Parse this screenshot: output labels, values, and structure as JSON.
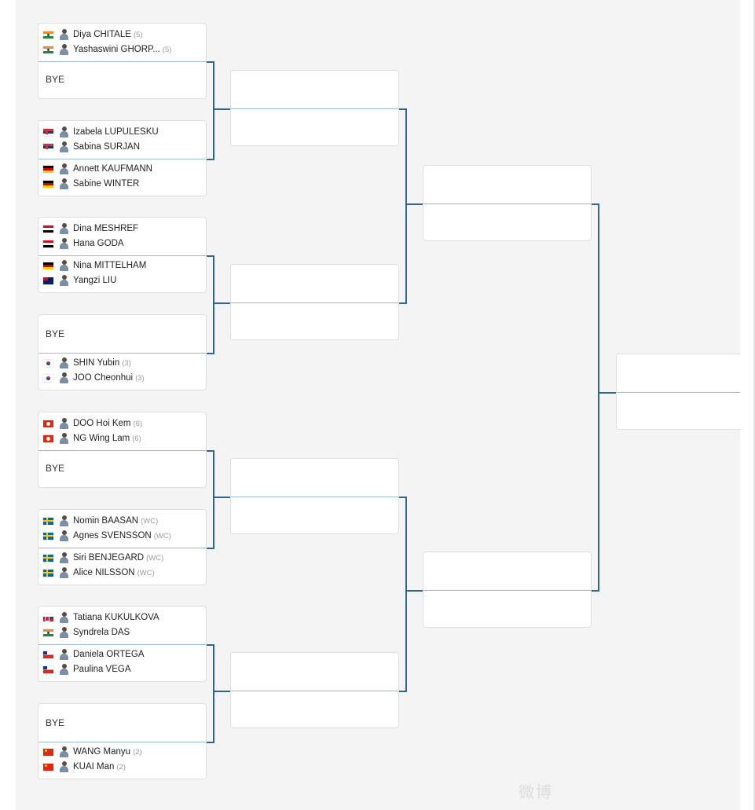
{
  "bracket": {
    "round1": [
      {
        "top": {
          "bye": false,
          "players": [
            {
              "flag": "IND",
              "name": "Diya CHITALE",
              "seed": "(5)"
            },
            {
              "flag": "IND",
              "name": "Yashaswini GHORP...",
              "seed": "(5)"
            }
          ]
        },
        "bottom": {
          "bye": true,
          "label": "BYE"
        }
      },
      {
        "top": {
          "bye": false,
          "players": [
            {
              "flag": "SRB",
              "name": "Izabela LUPULESKU",
              "seed": ""
            },
            {
              "flag": "SRB",
              "name": "Sabina SURJAN",
              "seed": ""
            }
          ]
        },
        "bottom": {
          "bye": false,
          "players": [
            {
              "flag": "GER",
              "name": "Annett KAUFMANN",
              "seed": ""
            },
            {
              "flag": "GER",
              "name": "Sabine WINTER",
              "seed": ""
            }
          ]
        }
      },
      {
        "top": {
          "bye": false,
          "players": [
            {
              "flag": "EGY",
              "name": "Dina MESHREF",
              "seed": ""
            },
            {
              "flag": "EGY",
              "name": "Hana GODA",
              "seed": ""
            }
          ]
        },
        "bottom": {
          "bye": false,
          "players": [
            {
              "flag": "GER",
              "name": "Nina MITTELHAM",
              "seed": ""
            },
            {
              "flag": "AUS",
              "name": "Yangzi LIU",
              "seed": ""
            }
          ]
        }
      },
      {
        "top": {
          "bye": true,
          "label": "BYE"
        },
        "bottom": {
          "bye": false,
          "players": [
            {
              "flag": "KOR",
              "name": "SHIN Yubin",
              "seed": "(3)"
            },
            {
              "flag": "KOR",
              "name": "JOO Cheonhui",
              "seed": "(3)"
            }
          ]
        }
      },
      {
        "top": {
          "bye": false,
          "players": [
            {
              "flag": "HKG",
              "name": "DOO Hoi Kem",
              "seed": "(6)"
            },
            {
              "flag": "HKG",
              "name": "NG Wing Lam",
              "seed": "(6)"
            }
          ]
        },
        "bottom": {
          "bye": true,
          "label": "BYE"
        }
      },
      {
        "top": {
          "bye": false,
          "players": [
            {
              "flag": "SWE",
              "name": "Nomin BAASAN",
              "seed": "(WC)"
            },
            {
              "flag": "SWE",
              "name": "Agnes SVENSSON",
              "seed": "(WC)"
            }
          ]
        },
        "bottom": {
          "bye": false,
          "players": [
            {
              "flag": "SWE",
              "name": "Siri BENJEGARD",
              "seed": "(WC)"
            },
            {
              "flag": "SWE",
              "name": "Alice NILSSON",
              "seed": "(WC)"
            }
          ]
        }
      },
      {
        "top": {
          "bye": false,
          "players": [
            {
              "flag": "SVK",
              "name": "Tatiana KUKULKOVA",
              "seed": ""
            },
            {
              "flag": "IND",
              "name": "Syndrela DAS",
              "seed": ""
            }
          ]
        },
        "bottom": {
          "bye": false,
          "players": [
            {
              "flag": "CHI",
              "name": "Daniela ORTEGA",
              "seed": ""
            },
            {
              "flag": "CHI",
              "name": "Paulina VEGA",
              "seed": ""
            }
          ]
        }
      },
      {
        "top": {
          "bye": true,
          "label": "BYE"
        },
        "bottom": {
          "bye": false,
          "players": [
            {
              "flag": "CHN",
              "name": "WANG Manyu",
              "seed": "(2)"
            },
            {
              "flag": "CHN",
              "name": "KUAI Man",
              "seed": "(2)"
            }
          ]
        }
      }
    ],
    "round2_count": 4,
    "round3_count": 2,
    "round4_count": 1
  },
  "colors": {
    "panel_bg": "#f4f4f4",
    "connector": "#2f6690",
    "divider": "#9ab9cd"
  },
  "watermark": "微博"
}
